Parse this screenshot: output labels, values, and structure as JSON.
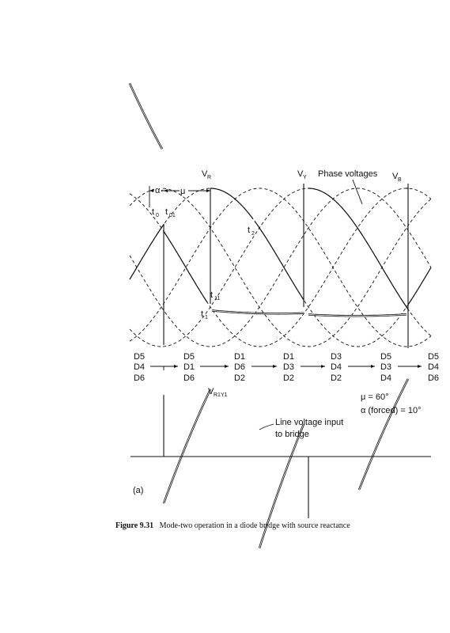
{
  "phase_labels": {
    "v_r": "V",
    "v_r_sub": "R",
    "v_y": "V",
    "v_y_sub": "Y",
    "v_b": "V",
    "v_b_sub": "B",
    "phase_voltages": "Phase voltages"
  },
  "angle_marks": {
    "alpha": "α",
    "mu": "μ"
  },
  "time_labels": {
    "t0": "t",
    "t0_sub": "0",
    "t01": "t",
    "t01_sub": "01",
    "t2": "t",
    "t2_sub": "2",
    "t11": "t",
    "t11_sub": "11",
    "t1": "t",
    "t1_sub": "1"
  },
  "diode_groups": [
    [
      "D5",
      "D4",
      "D6"
    ],
    [
      "D5",
      "D1",
      "D6"
    ],
    [
      "D1",
      "D6",
      "D2"
    ],
    [
      "D1",
      "D3",
      "D2"
    ],
    [
      "D3",
      "D4",
      "D2"
    ],
    [
      "D5",
      "D3",
      "D4"
    ],
    [
      "D5",
      "D4",
      "D6"
    ]
  ],
  "line_voltage": {
    "label": "V",
    "label_sub": "R1Y1",
    "note_line1": "Line voltage input",
    "note_line2": "to bridge"
  },
  "parameters": {
    "mu": "μ = 60°",
    "alpha": "α (forced) = 10°"
  },
  "panel_label": "(a)",
  "caption": {
    "figure_no": "Figure 9.31",
    "text": "Mode-two operation in a diode bridge with source reactance"
  }
}
